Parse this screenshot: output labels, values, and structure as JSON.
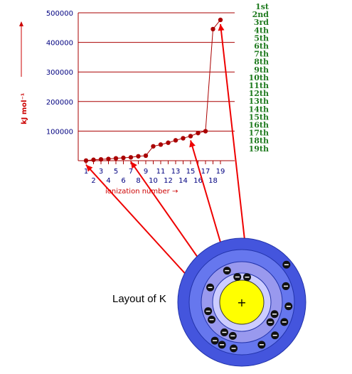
{
  "chart_data": {
    "type": "line",
    "title": "",
    "xlabel": "ionization number",
    "ylabel": "kJ mol⁻¹",
    "x": [
      1,
      2,
      3,
      4,
      5,
      6,
      7,
      8,
      9,
      10,
      11,
      12,
      13,
      14,
      15,
      16,
      17,
      18,
      19
    ],
    "values": [
      419,
      3052,
      4420,
      5877,
      7975,
      9590,
      11343,
      14944,
      16963,
      48610,
      54490,
      60730,
      68950,
      75900,
      83080,
      93400,
      99710,
      444880,
      476063
    ],
    "ylim": [
      0,
      500000
    ],
    "yticks": [
      "100000",
      "200000",
      "300000",
      "400000",
      "500000"
    ],
    "xticks_top": [
      "1",
      "3",
      "5",
      "7",
      "9",
      "11",
      "13",
      "15",
      "17",
      "19"
    ],
    "xticks_bottom": [
      "2",
      "4",
      "6",
      "8",
      "10",
      "12",
      "14",
      "16",
      "18"
    ],
    "legend": [
      "1st",
      "2nd",
      "3rd",
      "4th",
      "5th",
      "6th",
      "7th",
      "8th",
      "9th",
      "10th",
      "11th",
      "12th",
      "13th",
      "14th",
      "15th",
      "16th",
      "17th",
      "18th",
      "19th"
    ],
    "grid": true,
    "colors": {
      "series": "#aa0000",
      "grid": "#aa0000",
      "legend": "#1e7a1e",
      "ticks": "#000080"
    }
  },
  "diagram": {
    "label": "Layout of K",
    "nucleus_symbol": "+",
    "electron_symbol": "-",
    "shell_electrons": [
      2,
      8,
      8,
      1
    ],
    "colors": {
      "nucleus": "#ffff00",
      "shell1": "#ccccff",
      "shell2": "#9999ee",
      "shell3": "#6677ee",
      "shell4": "#4455dd",
      "arrow": "#ee0000"
    }
  }
}
